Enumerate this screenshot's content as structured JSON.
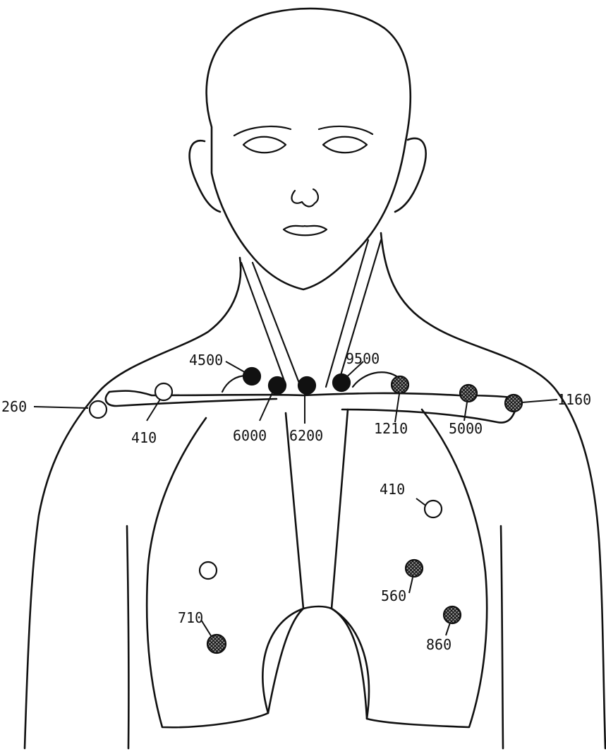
{
  "colors": {
    "ink": "#111111",
    "paper": "#ffffff",
    "crosshatch_fill": "#3a3a3a"
  },
  "legend_encoding": {
    "open": "open-circle",
    "solid": "solid-black-circle",
    "hatched": "crosshatched-circle"
  },
  "markers": [
    {
      "id": "m4500",
      "label": "4500",
      "style": "solid"
    },
    {
      "id": "m6000",
      "label": "6000",
      "style": "solid"
    },
    {
      "id": "m6200",
      "label": "6200",
      "style": "solid"
    },
    {
      "id": "m9500",
      "label": "9500",
      "style": "solid"
    },
    {
      "id": "m260",
      "label": "260",
      "style": "open"
    },
    {
      "id": "m410a",
      "label": "410",
      "style": "open"
    },
    {
      "id": "m1210",
      "label": "1210",
      "style": "hatched"
    },
    {
      "id": "m5000",
      "label": "5000",
      "style": "hatched"
    },
    {
      "id": "m1160",
      "label": "1160",
      "style": "hatched"
    },
    {
      "id": "m410b",
      "label": "410",
      "style": "open"
    },
    {
      "id": "m560",
      "label": "560",
      "style": "hatched"
    },
    {
      "id": "m860",
      "label": "860",
      "style": "hatched"
    },
    {
      "id": "m710",
      "label": "710",
      "style": "hatched"
    },
    {
      "id": "mUnlabeled",
      "label": "",
      "style": "open"
    }
  ]
}
